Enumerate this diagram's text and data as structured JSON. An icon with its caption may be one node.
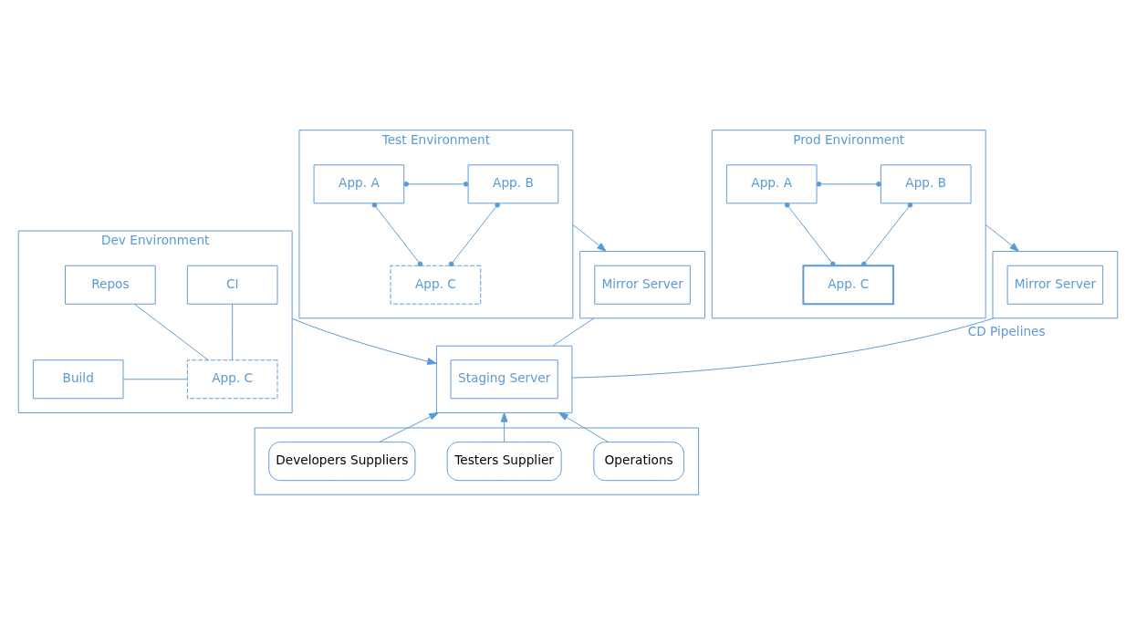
{
  "diagram": {
    "nodes": [
      {
        "text": [
          "Dev Environment"
        ]
      },
      {
        "text": [
          "CI"
        ],
        "in": 0
      },
      {
        "text": [
          "Repos"
        ],
        "in": 0
      },
      {
        "text": [
          "Build"
        ],
        "in": 0
      },
      {
        "text": [
          "App. C"
        ],
        "in": 0
      },
      {
        "text": [],
        "shape": "box"
      },
      {
        "text": [
          "Staging Server"
        ],
        "in": 5
      },
      {
        "text": [
          "Test Environment"
        ]
      },
      {
        "text": [
          "App. B"
        ],
        "in": 7
      },
      {
        "text": [
          "App. A"
        ],
        "in": 7
      },
      {
        "text": [
          "App. C"
        ],
        "in": 7
      },
      {
        "text": [],
        "shape": "box"
      },
      {
        "text": [
          "Mirror Server"
        ],
        "in": 11
      },
      {
        "text": [
          "Prod Environment"
        ]
      },
      {
        "text": [
          "App. B"
        ],
        "in": 13
      },
      {
        "text": [
          "App. A"
        ],
        "in": 13
      },
      {
        "text": [
          "App. C"
        ],
        "in": 13
      },
      {
        "text": [],
        "shape": "box"
      },
      {
        "text": [
          "Mirror Server"
        ],
        "in": 17
      },
      {
        "text": [],
        "shape": "box"
      },
      {
        "text": [
          "Developers Suppliers"
        ],
        "in": 19
      },
      {
        "text": [
          "Testers Supplier"
        ],
        "in": 19
      },
      {
        "text": [
          "Operations"
        ],
        "in": 19
      }
    ],
    "edges": [
      {
        "from": 1,
        "to": 4,
        "arrow": "none"
      },
      {
        "from": 2,
        "to": 4,
        "arrow": "none"
      },
      {
        "from": 3,
        "to": 4,
        "arrow": "none"
      },
      {
        "from": 0,
        "to": 5,
        "arrow": "to"
      },
      {
        "from": 8,
        "to": 9,
        "arrow": "other"
      },
      {
        "from": 9,
        "to": 10,
        "arrow": "other"
      },
      {
        "from": 8,
        "to": 10,
        "arrow": "other"
      },
      {
        "from": 7,
        "to": 11,
        "arrow": "to"
      },
      {
        "from": 14,
        "to": 15,
        "arrow": "other"
      },
      {
        "from": 15,
        "to": 16,
        "arrow": "other"
      },
      {
        "from": 14,
        "to": 16,
        "arrow": "other"
      },
      {
        "from": 13,
        "to": 17,
        "arrow": "to"
      },
      {
        "from": 11,
        "to": 5,
        "arrow": "none"
      },
      {
        "from": 17,
        "to": 5,
        "arrow": "none",
        "label": "CD Pipelines"
      },
      {
        "from": 20,
        "to": 5,
        "arrow": "to"
      },
      {
        "from": 21,
        "to": 5,
        "arrow": "to"
      },
      {
        "from": 22,
        "to": 5,
        "arrow": "to"
      }
    ]
  }
}
